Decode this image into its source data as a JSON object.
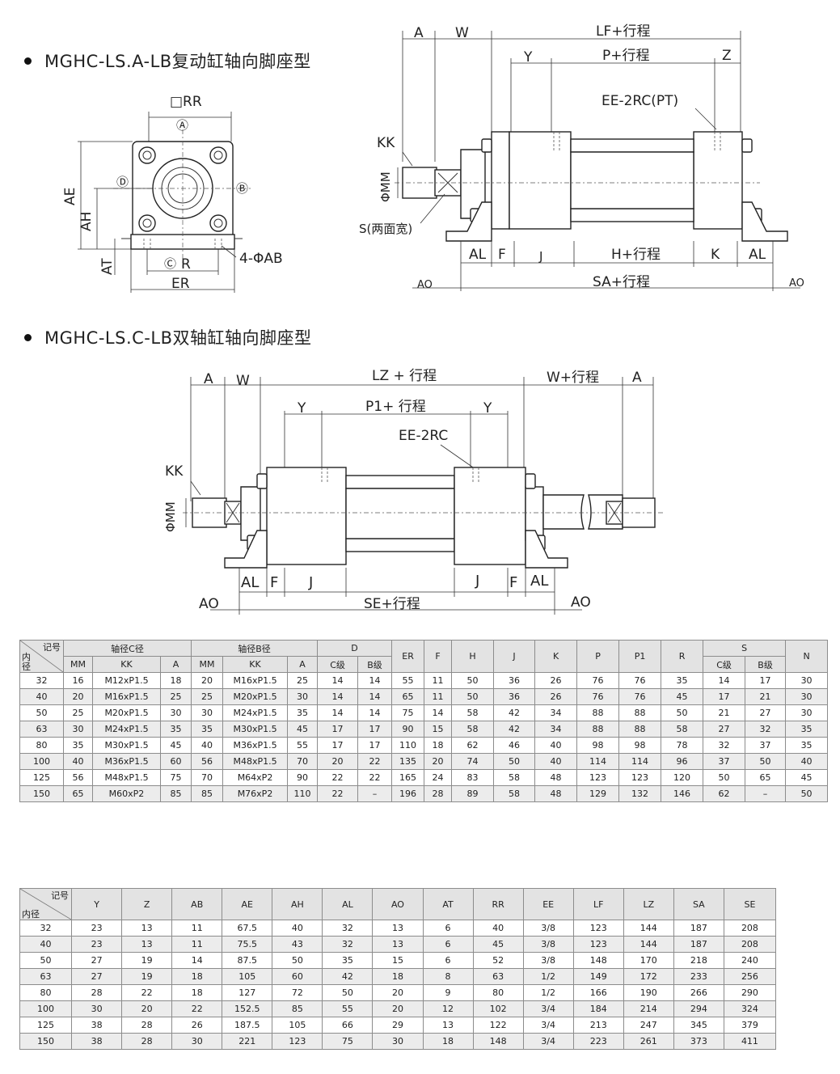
{
  "section1": {
    "title": "MGHC-LS.A-LB复动缸轴向脚座型",
    "front_labels": {
      "rr": "□RR",
      "a": "Ⓐ",
      "b": "Ⓑ",
      "c": "Ⓒ",
      "d": "Ⓓ",
      "ae": "AE",
      "ah": "AH",
      "at": "AT",
      "r": "R",
      "er": "ER",
      "ab": "4-ΦAB"
    },
    "side_labels": {
      "a": "A",
      "w": "W",
      "lf": "LF+行程",
      "y": "Y",
      "p": "P+行程",
      "z": "Z",
      "ee": "EE-2RC(PT)",
      "kk": "KK",
      "mm": "ΦMM",
      "s": "S(两面宽)",
      "al": "AL",
      "f": "F",
      "j": "J",
      "h": "H+行程",
      "k": "K",
      "al2": "AL",
      "ao": "AO",
      "sa": "SA+行程",
      "ao2": "AO"
    }
  },
  "section2": {
    "title": "MGHC-LS.C-LB双轴缸轴向脚座型",
    "labels": {
      "a": "A",
      "w": "W",
      "lz": "LZ + 行程",
      "w2": "W+行程",
      "a2": "A",
      "y": "Y",
      "p1": "P1+ 行程",
      "y2": "Y",
      "ee": "EE-2RC",
      "kk": "KK",
      "mm": "ΦMM",
      "al": "AL",
      "f": "F",
      "j": "J",
      "j2": "J",
      "f2": "F",
      "al2": "AL",
      "ao": "AO",
      "se": "SE+行程",
      "ao2": "AO"
    }
  },
  "table1": {
    "corner_top": "记号",
    "corner_bottom": "内\n径",
    "groups": [
      "轴径C径",
      "轴径B径",
      "D",
      "ER",
      "F",
      "H",
      "J",
      "K",
      "P",
      "P1",
      "R",
      "S",
      "N"
    ],
    "sub": [
      "MM",
      "KK",
      "A",
      "MM",
      "KK",
      "A",
      "C级",
      "B级",
      "C级",
      "B级"
    ],
    "rows": [
      [
        "32",
        "16",
        "M12xP1.5",
        "18",
        "20",
        "M16xP1.5",
        "25",
        "14",
        "14",
        "55",
        "11",
        "50",
        "36",
        "26",
        "76",
        "76",
        "35",
        "14",
        "17",
        "30"
      ],
      [
        "40",
        "20",
        "M16xP1.5",
        "25",
        "25",
        "M20xP1.5",
        "30",
        "14",
        "14",
        "65",
        "11",
        "50",
        "36",
        "26",
        "76",
        "76",
        "45",
        "17",
        "21",
        "30"
      ],
      [
        "50",
        "25",
        "M20xP1.5",
        "30",
        "30",
        "M24xP1.5",
        "35",
        "14",
        "14",
        "75",
        "14",
        "58",
        "42",
        "34",
        "88",
        "88",
        "50",
        "21",
        "27",
        "30"
      ],
      [
        "63",
        "30",
        "M24xP1.5",
        "35",
        "35",
        "M30xP1.5",
        "45",
        "17",
        "17",
        "90",
        "15",
        "58",
        "42",
        "34",
        "88",
        "88",
        "58",
        "27",
        "32",
        "35"
      ],
      [
        "80",
        "35",
        "M30xP1.5",
        "45",
        "40",
        "M36xP1.5",
        "55",
        "17",
        "17",
        "110",
        "18",
        "62",
        "46",
        "40",
        "98",
        "98",
        "78",
        "32",
        "37",
        "35"
      ],
      [
        "100",
        "40",
        "M36xP1.5",
        "60",
        "56",
        "M48xP1.5",
        "70",
        "20",
        "22",
        "135",
        "20",
        "74",
        "50",
        "40",
        "114",
        "114",
        "96",
        "37",
        "50",
        "40"
      ],
      [
        "125",
        "56",
        "M48xP1.5",
        "75",
        "70",
        "M64xP2",
        "90",
        "22",
        "22",
        "165",
        "24",
        "83",
        "58",
        "48",
        "123",
        "123",
        "120",
        "50",
        "65",
        "45"
      ],
      [
        "150",
        "65",
        "M60xP2",
        "85",
        "85",
        "M76xP2",
        "110",
        "22",
        "–",
        "196",
        "28",
        "89",
        "58",
        "48",
        "129",
        "132",
        "146",
        "62",
        "–",
        "50"
      ]
    ]
  },
  "table2": {
    "corner_top": "记号",
    "corner_bottom": "内径",
    "headers": [
      "Y",
      "Z",
      "AB",
      "AE",
      "AH",
      "AL",
      "AO",
      "AT",
      "RR",
      "EE",
      "LF",
      "LZ",
      "SA",
      "SE"
    ],
    "rows": [
      [
        "32",
        "23",
        "13",
        "11",
        "67.5",
        "40",
        "32",
        "13",
        "6",
        "40",
        "3/8",
        "123",
        "144",
        "187",
        "208"
      ],
      [
        "40",
        "23",
        "13",
        "11",
        "75.5",
        "43",
        "32",
        "13",
        "6",
        "45",
        "3/8",
        "123",
        "144",
        "187",
        "208"
      ],
      [
        "50",
        "27",
        "19",
        "14",
        "87.5",
        "50",
        "35",
        "15",
        "6",
        "52",
        "3/8",
        "148",
        "170",
        "218",
        "240"
      ],
      [
        "63",
        "27",
        "19",
        "18",
        "105",
        "60",
        "42",
        "18",
        "8",
        "63",
        "1/2",
        "149",
        "172",
        "233",
        "256"
      ],
      [
        "80",
        "28",
        "22",
        "18",
        "127",
        "72",
        "50",
        "20",
        "9",
        "80",
        "1/2",
        "166",
        "190",
        "266",
        "290"
      ],
      [
        "100",
        "30",
        "20",
        "22",
        "152.5",
        "85",
        "55",
        "20",
        "12",
        "102",
        "3/4",
        "184",
        "214",
        "294",
        "324"
      ],
      [
        "125",
        "38",
        "28",
        "26",
        "187.5",
        "105",
        "66",
        "29",
        "13",
        "122",
        "3/4",
        "213",
        "247",
        "345",
        "379"
      ],
      [
        "150",
        "38",
        "28",
        "30",
        "221",
        "123",
        "75",
        "30",
        "18",
        "148",
        "3/4",
        "223",
        "261",
        "373",
        "411"
      ]
    ]
  }
}
